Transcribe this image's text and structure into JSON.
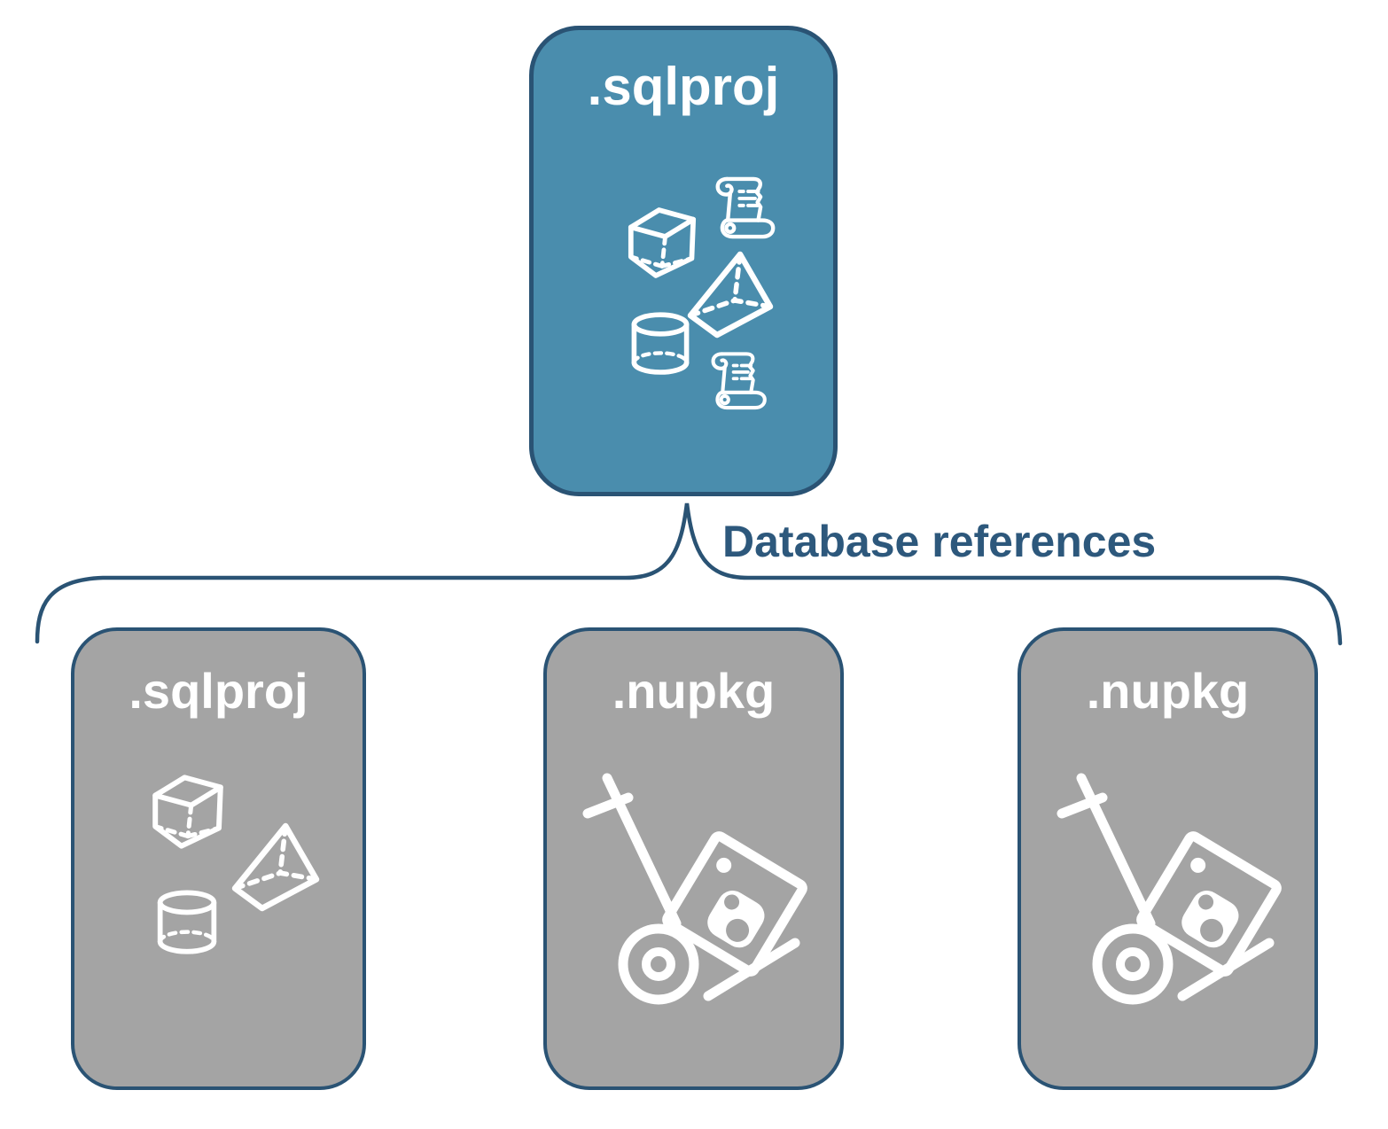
{
  "diagram": {
    "connector_label": "Database references",
    "colors": {
      "parent_fill": "#4a8dad",
      "child_fill": "#a4a4a4",
      "stroke_border": "#2a5374",
      "label_text": "#2d587c",
      "icon_white": "#ffffff"
    },
    "parent": {
      "title": ".sqlproj",
      "icons": [
        "cube-icon",
        "script-scroll-icon",
        "pyramid-icon",
        "database-cylinder-icon",
        "script-scroll-icon"
      ]
    },
    "children": [
      {
        "title": ".sqlproj",
        "icons": [
          "cube-icon",
          "pyramid-icon",
          "database-cylinder-icon"
        ]
      },
      {
        "title": ".nupkg",
        "icons": [
          "hand-truck-package-icon"
        ]
      },
      {
        "title": ".nupkg",
        "icons": [
          "hand-truck-package-icon"
        ]
      }
    ]
  }
}
